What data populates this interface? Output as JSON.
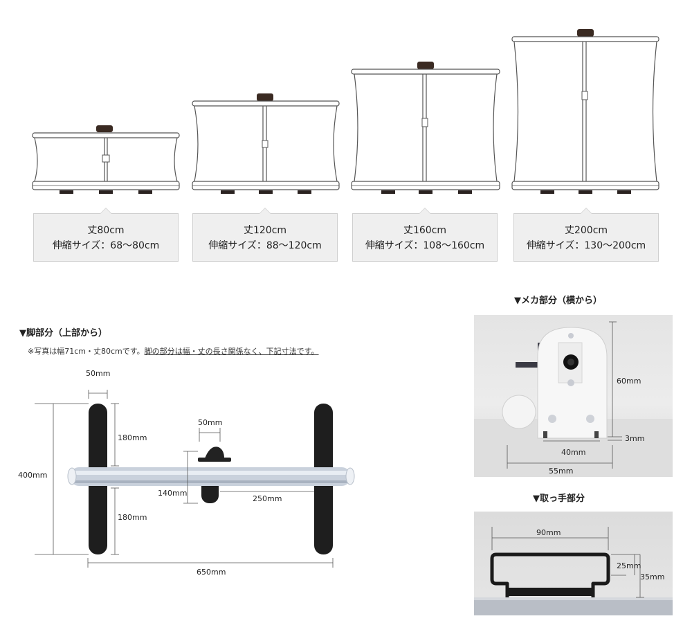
{
  "sizes": [
    {
      "height_label": "丈80cm",
      "range_label": "伸縮サイズ：68〜80cm"
    },
    {
      "height_label": "丈120cm",
      "range_label": "伸縮サイズ：88〜120cm"
    },
    {
      "height_label": "丈160cm",
      "range_label": "伸縮サイズ：108〜160cm"
    },
    {
      "height_label": "丈200cm",
      "range_label": "伸縮サイズ：130〜200cm"
    }
  ],
  "leg_section": {
    "heading": "▼脚部分（上部から）",
    "note_plain": "※写真は幅71cm・丈80cmです。",
    "note_underlined": "脚の部分は幅・丈の長さ関係なく、下記寸法です。",
    "dims": {
      "foot_width": "50mm",
      "upper_length": "180mm",
      "lower_length": "180mm",
      "total_depth": "400mm",
      "hub_width": "50mm",
      "hub_depth": "140mm",
      "center_to_foot": "250mm",
      "total_width": "650mm"
    }
  },
  "mech_section": {
    "heading": "▼メカ部分（横から）",
    "dims": {
      "height": "60mm",
      "gap": "3mm",
      "inner_width": "40mm",
      "outer_width": "55mm"
    }
  },
  "handle_section": {
    "heading": "▼取っ手部分",
    "dims": {
      "width": "90mm",
      "inner_height": "25mm",
      "outer_height": "35mm"
    }
  },
  "colors": {
    "caption_bg": "#efefef",
    "foot": "#1e1e1e",
    "frame_line": "#555555"
  }
}
